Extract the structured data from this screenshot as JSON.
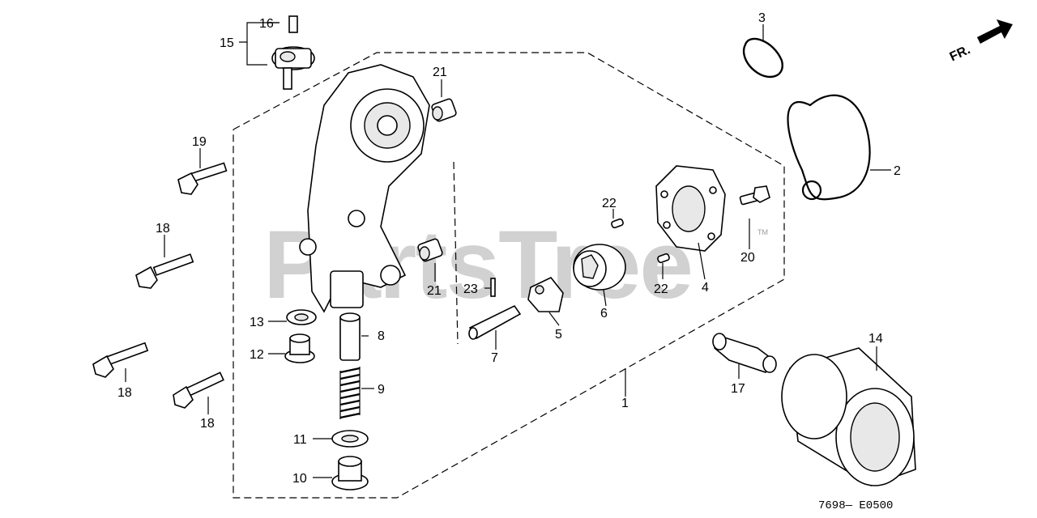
{
  "watermark": "PartsTree",
  "watermark_tm": "TM",
  "diagram_code": "7698— E0500",
  "direction_label": "FR.",
  "callouts": {
    "c1": "1",
    "c2": "2",
    "c3": "3",
    "c4": "4",
    "c5": "5",
    "c6": "6",
    "c7": "7",
    "c8": "8",
    "c9": "9",
    "c10": "10",
    "c11": "11",
    "c12": "12",
    "c13": "13",
    "c14": "14",
    "c15": "15",
    "c16": "16",
    "c17": "17",
    "c18a": "18",
    "c18b": "18",
    "c18c": "18",
    "c19": "19",
    "c20": "20",
    "c21a": "21",
    "c21b": "21",
    "c22a": "22",
    "c22b": "22",
    "c23": "23"
  }
}
